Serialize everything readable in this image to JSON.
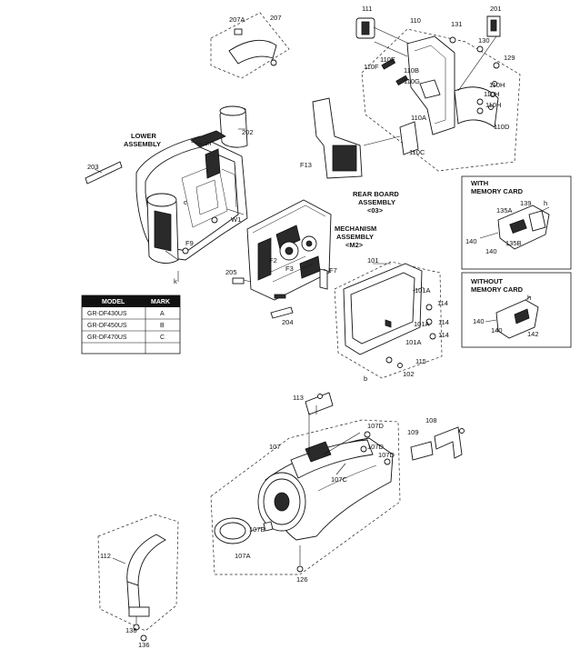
{
  "callouts": {
    "p111": "111",
    "p110": "110",
    "p131": "131",
    "p201": "201",
    "p130": "130",
    "p129": "129",
    "p110f": "110F",
    "p110e": "110E",
    "p110b": "110B",
    "p110g": "110G",
    "p110h1": "110H",
    "p110h2": "110H",
    "p110h3": "110H",
    "p110a": "110A",
    "p110d": "110D",
    "p110c": "110C",
    "p207a": "207A",
    "p207": "207",
    "p202": "202",
    "p203": "203",
    "pm": "m",
    "w1": "W1",
    "f9": "F9",
    "f13": "F13",
    "pk": "k",
    "pc": "c",
    "f2": "F2",
    "f3": "F3",
    "f7": "F7",
    "p205": "205",
    "p204": "204",
    "p101": "101",
    "p101a1": "101A",
    "p101a2": "101A",
    "p101a3": "101A",
    "p114a": "114",
    "p114b": "114",
    "p114c": "114",
    "p115": "115",
    "p102": "102",
    "pb": "b",
    "p139": "139",
    "p135a": "135A",
    "p140a": "140",
    "p140b": "140",
    "p135b": "135B",
    "ph1": "h",
    "p140c": "140",
    "p140d": "140",
    "p142": "142",
    "ph2": "h",
    "p113": "113",
    "p107d1": "107D",
    "p107d2": "107D",
    "p107d3": "107D",
    "p109": "109",
    "p108": "108",
    "p107": "107",
    "p107c": "107C",
    "p107b": "107B",
    "p107a": "107A",
    "p126": "126",
    "p112": "112",
    "p138": "138",
    "p136": "136"
  },
  "assemblies": {
    "lower_line1": "LOWER",
    "lower_line2": "ASSEMBLY",
    "rear_line1": "REAR BOARD",
    "rear_line2": "ASSEMBLY",
    "rear_line3": "<03>",
    "mech_line1": "MECHANISM",
    "mech_line2": "ASSEMBLY",
    "mech_line3": "<M2>"
  },
  "insets": {
    "with_line1": "WITH",
    "with_line2": "MEMORY CARD",
    "without_line1": "WITHOUT",
    "without_line2": "MEMORY CARD"
  },
  "model_table": {
    "headers": [
      "MODEL",
      "MARK"
    ],
    "rows": [
      [
        "GR-DF430US",
        "A"
      ],
      [
        "GR-DF450US",
        "B"
      ],
      [
        "GR-DF470US",
        "C"
      ]
    ]
  }
}
